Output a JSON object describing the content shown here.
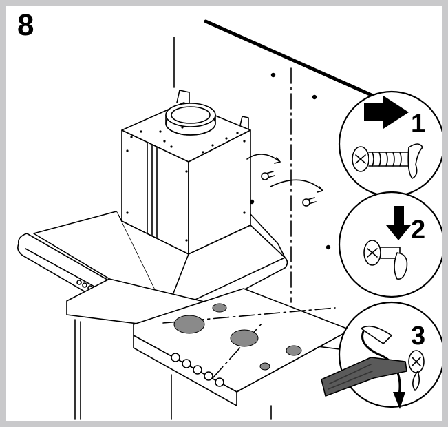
{
  "step": {
    "number": "8"
  },
  "callouts": [
    {
      "number": "1"
    },
    {
      "number": "2"
    },
    {
      "number": "3"
    }
  ],
  "colors": {
    "frame": "#c9c9cb",
    "line": "#000000",
    "burner": "#8a8a8a",
    "tool": "#5a5a5a"
  }
}
